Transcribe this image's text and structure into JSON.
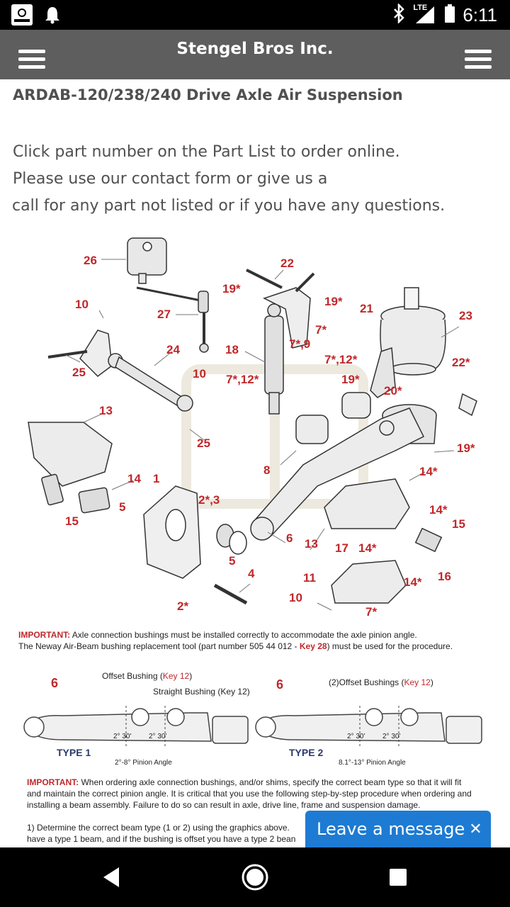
{
  "status_bar": {
    "network_label": "LTE",
    "time": "6:11"
  },
  "header": {
    "title": "Stengel Bros Inc."
  },
  "page": {
    "title": "ARDAB-120/238/240 Drive Axle Air Suspension",
    "intro_lines": [
      "Click part number on the Part List to order online.",
      "Please use our contact form or give us a",
      "call for any part not listed or if you have any questions."
    ]
  },
  "diagram": {
    "part_labels": [
      "26",
      "22",
      "19*",
      "19*",
      "10",
      "27",
      "21",
      "23",
      "7*",
      "24",
      "18",
      "7*,9",
      "7*,12*",
      "22*",
      "25",
      "10",
      "7*,12*",
      "19*",
      "20*",
      "13",
      "25",
      "19*",
      "8",
      "14*",
      "14",
      "1",
      "2*,3",
      "14*",
      "15",
      "5",
      "15",
      "6",
      "13",
      "17",
      "14*",
      "5",
      "4",
      "11",
      "14*",
      "16",
      "10",
      "2*",
      "7*"
    ],
    "important_1_label": "IMPORTANT:",
    "important_1_line1": " Axle connection bushings must be installed correctly to accommodate the axle pinion angle.",
    "important_1_line2a": "The Neway Air-Beam bushing replacement tool (part number 505 44 012 - ",
    "important_1_key": "Key 28",
    "important_1_line2b": ") must be used for the procedure.",
    "type1": {
      "label": "TYPE 1",
      "key_number": "6",
      "offset_bushing": "Offset Bushing (",
      "offset_key": "Key 12",
      "offset_close": ")",
      "straight_bushing": "Straight Bushing (Key 12)",
      "angle_left": "2° 30'",
      "angle_right": "2° 30'",
      "pinion": "2°-8° Pinion Angle"
    },
    "type2": {
      "label": "TYPE 2",
      "key_number": "6",
      "offset_bushings": "(2)Offset Bushings (",
      "offset_key": "Key 12",
      "offset_close": ")",
      "angle_left": "2° 30'",
      "angle_right": "2° 30'",
      "pinion": "8.1°-13° Pinion Angle"
    },
    "important_2_label": "IMPORTANT:",
    "important_2_line1": " When ordering axle connection bushings, and/or shims, specify the correct beam type so that it will fit",
    "important_2_line2": "and maintain the correct pinion angle. It is critical that you use the following step-by-step procedure when ordering and",
    "important_2_line3": "installing a beam assembly. Failure to do so can result in axle, drive line, frame and suspension damage.",
    "step_1a": "1) Determine the correct beam type (1 or 2) using the graphics above.",
    "step_1b": "have a type 1 beam, and if the bushing is offset you have a type 2 bean"
  },
  "chat": {
    "label": "Leave a message",
    "close": "✕"
  }
}
